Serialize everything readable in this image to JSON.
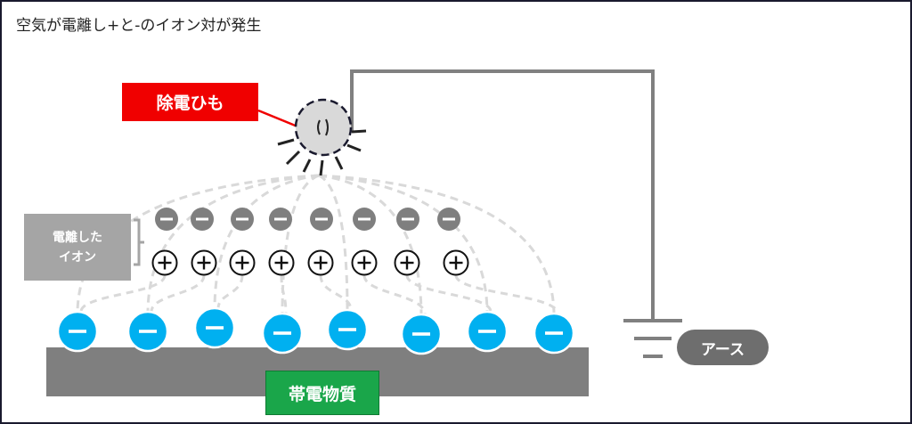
{
  "title": "空気が電離し+と-のイオン対が発生",
  "labels": {
    "jyoden_himo": "除電ひも",
    "ionized_line1": "電離した",
    "ionized_line2": "イオン",
    "charged_object": "帯電物質",
    "earth": "アース"
  },
  "glyphs": {
    "minus": "−",
    "plus": "+"
  },
  "colors": {
    "frame": "#1a1a2e",
    "red_label": "#f00000",
    "grey_label": "#a5a5a5",
    "green_label": "#1aa64a",
    "earth_label": "#6e6e6e",
    "negative_ion": "#7f7f7f",
    "surface_charge": "#00b0f0",
    "object_bar": "#7f7f7f",
    "field_lines": "#d9d9d9",
    "wire": "#808080",
    "cord": "#d9d9d9"
  },
  "counts": {
    "negative_ions": 8,
    "positive_ions": 8,
    "surface_charges": 8
  }
}
